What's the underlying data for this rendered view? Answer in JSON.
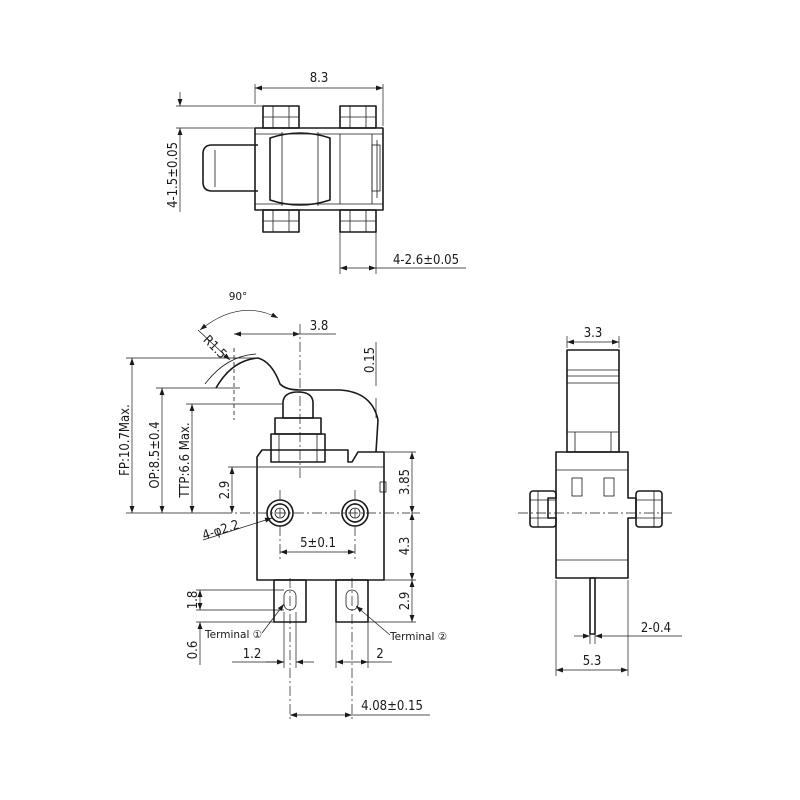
{
  "top_view": {
    "width_dim": "8.3",
    "pitch_dim": "4-1.5±0.05",
    "terminal_dim": "4-2.6±0.05"
  },
  "front_view": {
    "angle_dim": "90°",
    "radius_dim": "R1.5",
    "offset_dim": "3.8",
    "gap_dim": "0.15",
    "fp_dim": "FP:10.7Max.",
    "op_dim": "OP:8.5±0.4",
    "ttp_dim": "TTP:6.6 Max.",
    "hole_height_dim": "2.9",
    "hole_dia_dim": "4-φ2.2",
    "hole_pitch_dim": "5±0.1",
    "upper_height_dim": "3.85",
    "lower_height_dim": "4.3",
    "terminal_len_dim": "2.9",
    "slot_height_dim": "1.8",
    "slot_offset_dim": "0.6",
    "slot_width_dim": "1.2",
    "terminal_width_dim": "2",
    "terminal_pitch_dim": "4.08±0.15",
    "terminal_1": "Terminal ①",
    "terminal_2": "Terminal ②"
  },
  "side_view": {
    "plunger_width_dim": "3.3",
    "terminal_thk_dim": "2-0.4",
    "depth_dim": "5.3"
  }
}
